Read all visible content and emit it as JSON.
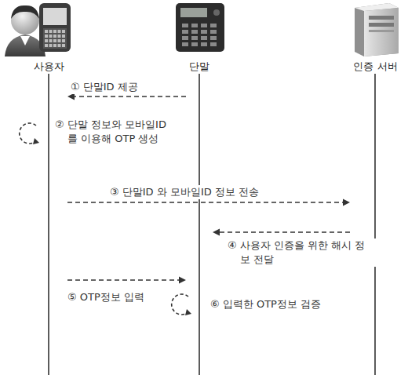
{
  "diagram": {
    "nodes": [
      {
        "text": [
          "사용자"
        ]
      },
      {
        "text": [
          "단말"
        ]
      },
      {
        "text": [
          "인증 서버"
        ]
      }
    ],
    "edges": [
      {
        "from": 1,
        "to": 0,
        "arrow": "to",
        "label": "① 단말ID 제공"
      },
      {
        "from": 0,
        "to": 2,
        "arrow": "to",
        "label": "③ 단말ID 와 모바일ID 정보 전송"
      },
      {
        "from": 2,
        "to": 1,
        "arrow": "to",
        "label": "④ 사용자 인증을 위한 해시 정보 전달"
      },
      {
        "from": 0,
        "to": 1,
        "arrow": "to",
        "label": "⑤ OTP정보 입력"
      }
    ],
    "labels": [
      "② 단말 정보와 모바일ID를 이용해 OTP 생성",
      "⑥ 입력한 OTP정보 검증"
    ]
  }
}
